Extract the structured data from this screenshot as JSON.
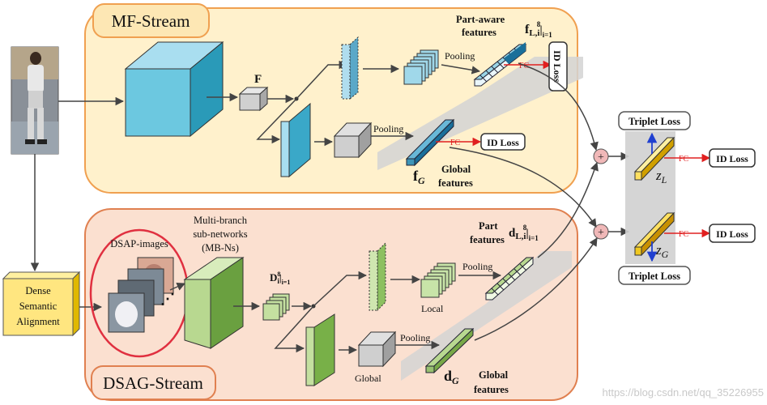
{
  "mf_stream": {
    "title": "MF-Stream",
    "feature_map_label": "F",
    "part_aware_line1": "Part-aware",
    "part_aware_line2": "features",
    "part_symbol": "f",
    "part_sub": "L,i",
    "part_range": "|",
    "part_range_sub": "i=1",
    "part_range_sup": "8",
    "pooling_top": "Pooling",
    "pooling_bottom": "Pooling",
    "fc_top": "FC",
    "fc_global": "FC",
    "id_loss_vertical": "ID Loss",
    "id_loss_global": "ID Loss",
    "global_symbol": "f",
    "global_sub": "G",
    "global_line1": "Global",
    "global_line2": "features"
  },
  "dsag_stream": {
    "title": "DSAG-Stream",
    "dsap_label": "DSAP-images",
    "mbn_line1": "Multi-branch",
    "mbn_line2": "sub-networks",
    "mbn_line3": "(MB-Ns)",
    "d_symbol": "D",
    "d_range": "|",
    "d_range_sub": "i=1",
    "d_range_sup": "8",
    "part_line1": "Part",
    "part_line2": "features",
    "part_symbol": "d",
    "part_sub": "L,i",
    "part_range": "|",
    "part_range_sub": "i=1",
    "part_range_sup": "8",
    "pooling_top": "Pooling",
    "pooling_bottom": "Pooling",
    "local_label": "Local",
    "global_label": "Global",
    "global_symbol": "d",
    "global_sub": "G",
    "global_line1": "Global",
    "global_line2": "features"
  },
  "dense_alignment": {
    "line1": "Dense",
    "line2": "Semantic",
    "line3": "Alignment"
  },
  "fusion": {
    "triplet_top": "Triplet Loss",
    "triplet_bottom": "Triplet Loss",
    "z_symbol": "z",
    "z_local_sub": "L",
    "z_global_sub": "G",
    "fc_local": "FC",
    "fc_global": "FC",
    "id_loss_local": "ID Loss",
    "id_loss_global": "ID Loss"
  },
  "watermark": "https://blog.csdn.net/qq_35226955",
  "colors": {
    "mf_fill": "#fff1cc",
    "mf_border": "#f0a050",
    "mf_title_fill": "#fde7b4",
    "dsag_fill": "#fbe0d0",
    "dsag_border": "#e08050",
    "blue_front": "#6cc8e0",
    "blue_side": "#2a9ab8",
    "green_front": "#c0dc98",
    "green_side": "#70a040",
    "yellow_front": "#ffe060",
    "yellow_side": "#d0a000",
    "red_arrow": "#e02020",
    "plus_fill": "#f0b8b8"
  }
}
